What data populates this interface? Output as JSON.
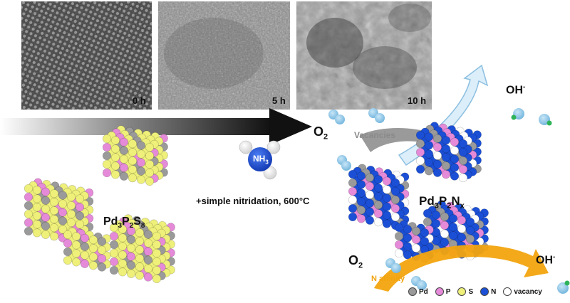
{
  "tem_images": [
    {
      "label": "0 h"
    },
    {
      "label": "5 h"
    },
    {
      "label": "10 h"
    }
  ],
  "labels": {
    "start_material": {
      "prefix": "Pd",
      "s1": "3",
      "mid": "P",
      "s2": "2",
      "suffix": "S",
      "s3": "8"
    },
    "product": {
      "prefix": "Pd",
      "s1": "3",
      "mid": "P",
      "s2": "2",
      "suffix": "N",
      "s3": "x"
    },
    "reagent": {
      "main": "NH",
      "sub": "3"
    },
    "condition": "+simple nitridation, 600°C",
    "o2_top": {
      "main": "O",
      "sub": "2"
    },
    "o2_bottom": {
      "main": "O",
      "sub": "2"
    },
    "oh_top": {
      "main": "OH",
      "sup": "-"
    },
    "oh_bottom": {
      "main": "OH",
      "sup": "-"
    },
    "vacancies": "Vacancies",
    "n_affinity": "N affinity"
  },
  "legend": [
    {
      "symbol": "Pd",
      "color": "#9a9a9a"
    },
    {
      "symbol": "P",
      "color": "#e58ad8"
    },
    {
      "symbol": "S",
      "color": "#eef07a"
    },
    {
      "symbol": "N",
      "color": "#1b4fd6"
    },
    {
      "symbol": "vacancy",
      "color": "#ffffff"
    }
  ],
  "colors": {
    "pd": "#9a9a9a",
    "p": "#e58ad8",
    "s": "#eef07a",
    "n": "#1b4fd6",
    "o2": "#8ec7e8",
    "arrow_orange": "#f2a40e",
    "arrow_grey": "#9a9a9a",
    "arrow_light_blue": "#cfe6f4"
  }
}
